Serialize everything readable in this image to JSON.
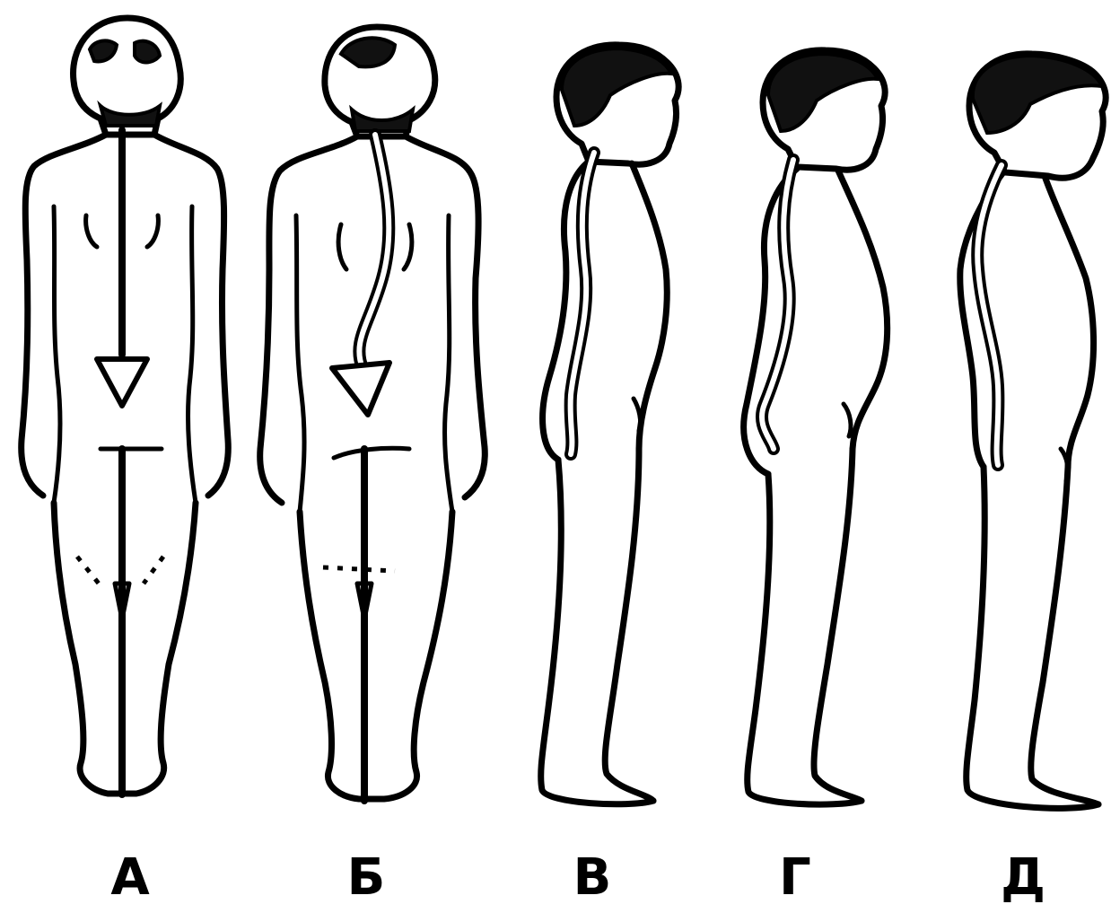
{
  "figures": [
    {
      "label": "А",
      "view": "back",
      "curvature": "normal"
    },
    {
      "label": "Б",
      "view": "back",
      "curvature": "scoliosis"
    },
    {
      "label": "В",
      "view": "side",
      "curvature": "normal"
    },
    {
      "label": "Г",
      "view": "side",
      "curvature": "lordosis"
    },
    {
      "label": "Д",
      "view": "side",
      "curvature": "kyphosis"
    }
  ]
}
